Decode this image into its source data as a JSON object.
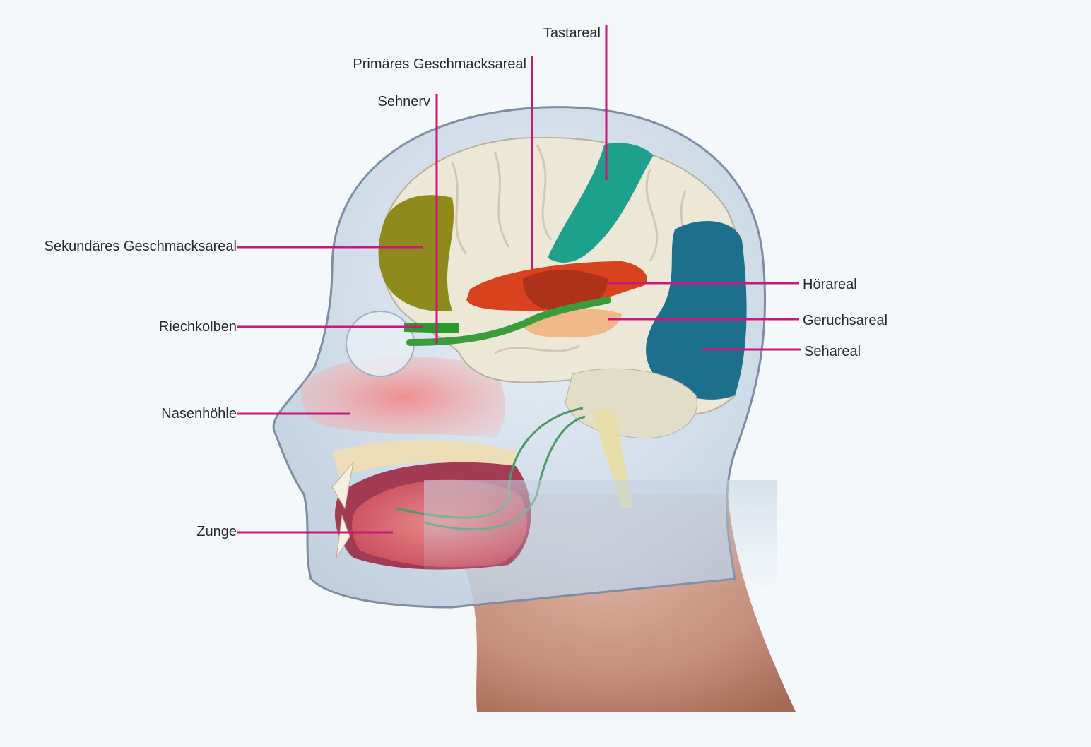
{
  "colors": {
    "background": "#f4f8fb",
    "leader": "#c8187a",
    "brain": "#ece8d8",
    "touch_area": "#1fa08a",
    "primary_taste_area": "#b8401c",
    "secondary_taste_area": "#8e8a1c",
    "hearing_area": "#d8421e",
    "smell_area": "#f0b07a",
    "vision_area": "#1e6f8c",
    "olfactory_bulb": "#2e9a2e",
    "skin": "#c89b8a",
    "head_shell": "#c6d3e2"
  },
  "labels": {
    "tastareal": "Tastareal",
    "primaeres_geschmacksareal": "Primäres Geschmacksareal",
    "sehnerv": "Sehnerv",
    "sekundaeres_geschmacksareal": "Sekundäres Geschmacksareal",
    "riechkolben": "Riechkolben",
    "nasenhoehle": "Nasenhöhle",
    "zunge": "Zunge",
    "hoerareal": "Hörareal",
    "geruchsareal": "Geruchsareal",
    "sehareal": "Sehareal"
  }
}
